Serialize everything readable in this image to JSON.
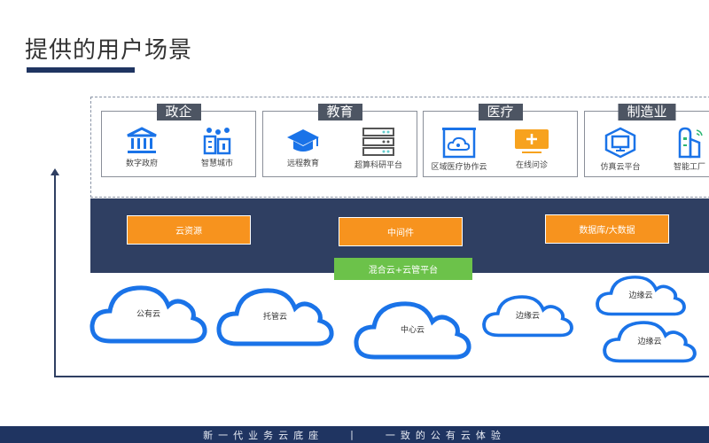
{
  "title": "提供的用户场景",
  "categories": [
    {
      "label": "政企",
      "items": [
        {
          "label": "数字政府",
          "icon": "bank-icon"
        },
        {
          "label": "智慧城市",
          "icon": "city-buildings-icon"
        }
      ]
    },
    {
      "label": "教育",
      "items": [
        {
          "label": "远程教育",
          "icon": "graduation-cap-icon"
        },
        {
          "label": "超算科研平台",
          "icon": "server-rack-icon"
        }
      ]
    },
    {
      "label": "医疗",
      "items": [
        {
          "label": "区域医疗协作云",
          "icon": "medical-cloud-icon"
        },
        {
          "label": "在线问诊",
          "icon": "medical-monitor-icon"
        }
      ]
    },
    {
      "label": "制造业",
      "items": [
        {
          "label": "仿真云平台",
          "icon": "hexagon-monitor-icon"
        },
        {
          "label": "智能工厂",
          "icon": "smart-factory-icon"
        }
      ]
    }
  ],
  "layer": {
    "resources": "云资源",
    "middleware": "中间件",
    "database": "数据库/大数据",
    "platform": "混合云+云管平台"
  },
  "clouds": [
    "公有云",
    "托管云",
    "中心云",
    "边缘云",
    "边缘云",
    "边缘云"
  ],
  "footer": {
    "left": "新一代业务云底座",
    "sep": "|",
    "right": "一致的公有云体验"
  },
  "colors": {
    "navy": "#2f3f62",
    "orange": "#f7931e",
    "green": "#6cc24a",
    "blue": "#1a73e8"
  }
}
